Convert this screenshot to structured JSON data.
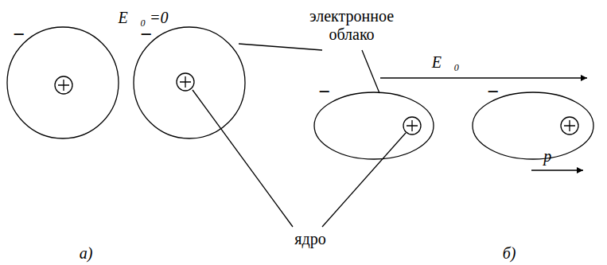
{
  "diagram": {
    "labels": [
      "электронное облако",
      "−",
      "E⃗₀ =0",
      "−",
      "−",
      "E⃗₀",
      "−",
      "p⃗",
      "ядро",
      "а)",
      "б)"
    ]
  }
}
